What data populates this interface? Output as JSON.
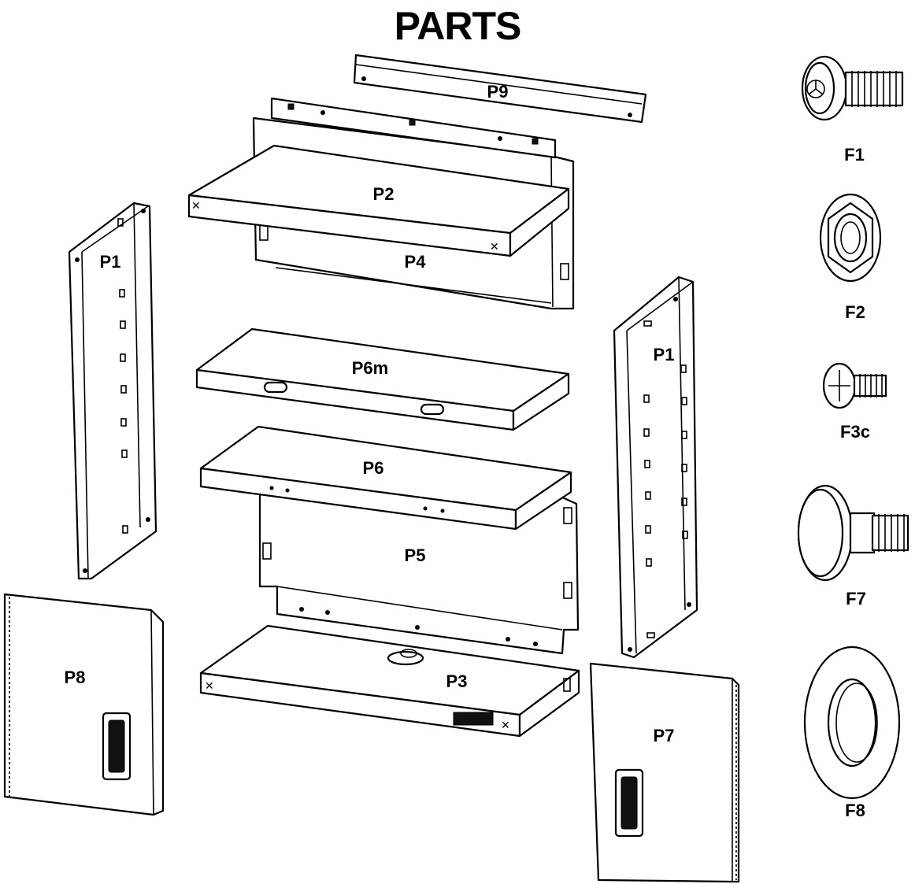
{
  "title": "PARTS",
  "parts": {
    "p9": "P9",
    "p2": "P2",
    "p4": "P4",
    "p1_left": "P1",
    "p1_right": "P1",
    "p6m": "P6m",
    "p6": "P6",
    "p5": "P5",
    "p3": "P3",
    "p8": "P8",
    "p7": "P7"
  },
  "fasteners": {
    "f1": "F1",
    "f2": "F2",
    "f3c": "F3c",
    "f7": "F7",
    "f8": "F8"
  }
}
